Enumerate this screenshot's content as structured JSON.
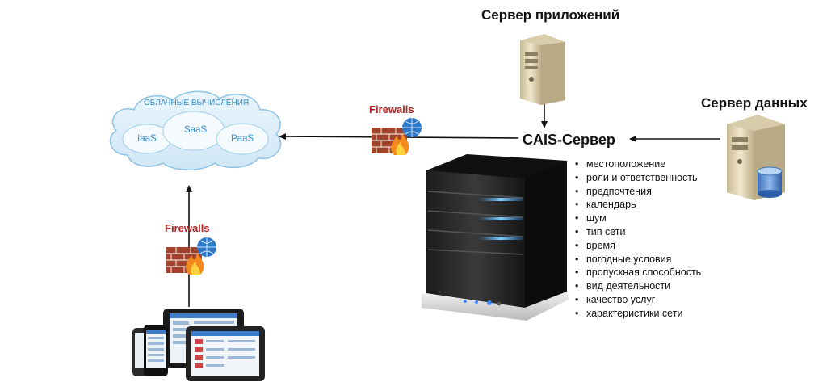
{
  "diagram": {
    "nodes": {
      "app_server": {
        "label": "Сервер приложений"
      },
      "data_server": {
        "label": "Сервер данных"
      },
      "cais_server": {
        "label": "CAIS-Сервер"
      },
      "cloud": {
        "label": "ОБЛАЧНЫЕ ВЫЧИСЛЕНИЯ",
        "services": [
          "IaaS",
          "SaaS",
          "PaaS"
        ]
      },
      "firewall_top": {
        "label": "Firewalls"
      },
      "firewall_left": {
        "label": "Firewalls"
      },
      "devices": {
        "label": ""
      }
    },
    "context_attributes": [
      "местоположение",
      "роли и ответственность",
      "предпочтения",
      "календарь",
      "шум",
      "тип сети",
      "время",
      "погодные условия",
      "пропускная способность",
      "вид деятельности",
      "качество услуг",
      "характеристики сети"
    ],
    "edges": [
      {
        "from": "app_server",
        "to": "cais_server"
      },
      {
        "from": "data_server",
        "to": "cais_server"
      },
      {
        "from": "cais_server",
        "to": "cloud",
        "via": "firewall_top"
      },
      {
        "from": "devices",
        "to": "cloud",
        "via": "firewall_left"
      }
    ]
  }
}
